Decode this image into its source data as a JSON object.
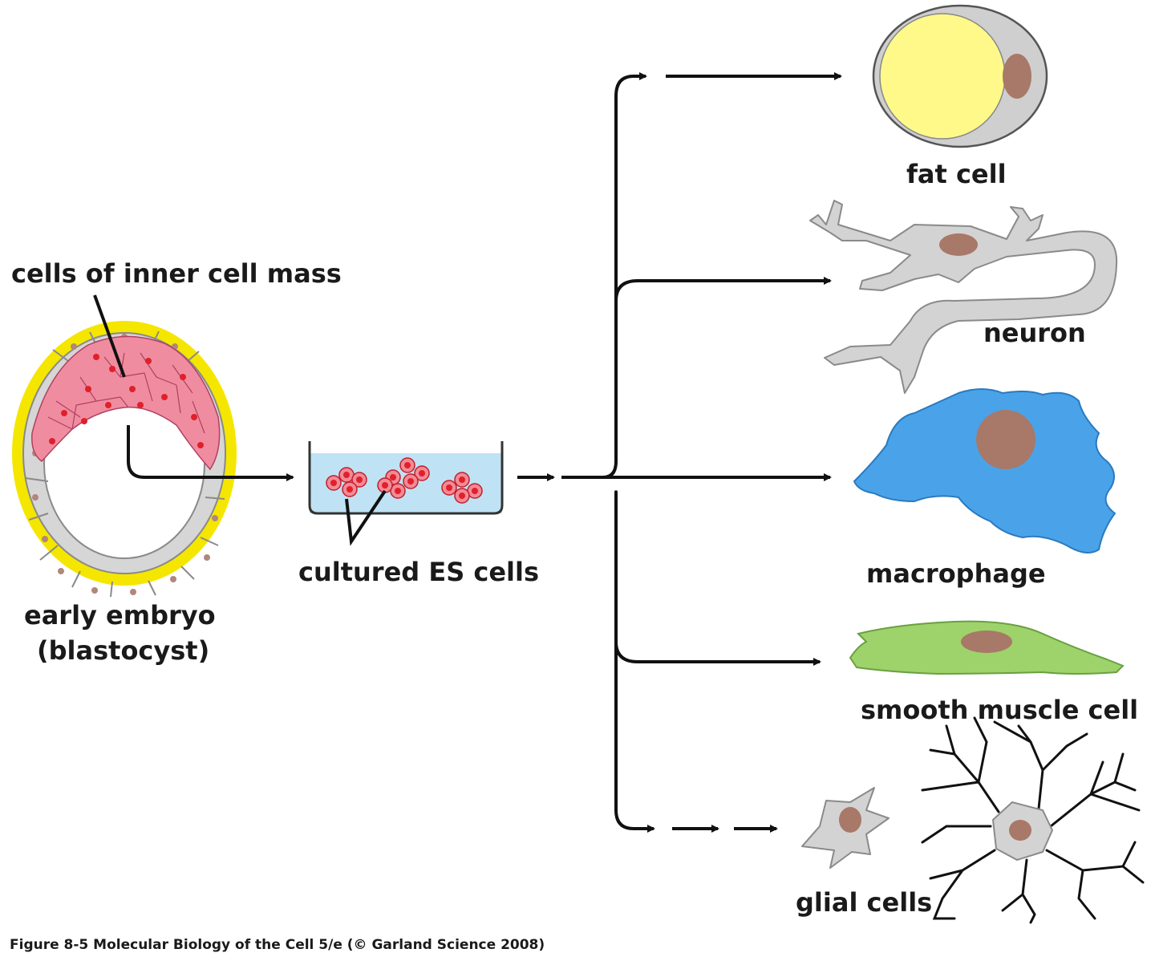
{
  "labels": {
    "inner_cell_mass": "cells of inner cell mass",
    "embryo_line1": "early embryo",
    "embryo_line2": "(blastocyst)",
    "cultured": "cultured ES cells",
    "fat": "fat cell",
    "neuron": "neuron",
    "macrophage": "macrophage",
    "smooth_muscle": "smooth muscle cell",
    "glial": "glial cells"
  },
  "caption": "Figure 8-5  Molecular Biology of the Cell 5/e (© Garland Science 2008)",
  "colors": {
    "zona": "#f5e600",
    "trophoblast": "#d9d9d9",
    "inner_mass": "#f08ca0",
    "es_nucleus": "#e0202a",
    "medium": "#bfe3f5",
    "fat_lipid": "#fff98a",
    "nucleus": "#a87868",
    "macrophage": "#4aa3e8",
    "smooth_muscle": "#9dd36a",
    "arrow": "#111111"
  },
  "icons": [
    "blastocyst-icon",
    "culture-dish-icon",
    "fat-cell-icon",
    "neuron-icon",
    "macrophage-icon",
    "smooth-muscle-icon",
    "glial-cells-icon"
  ]
}
